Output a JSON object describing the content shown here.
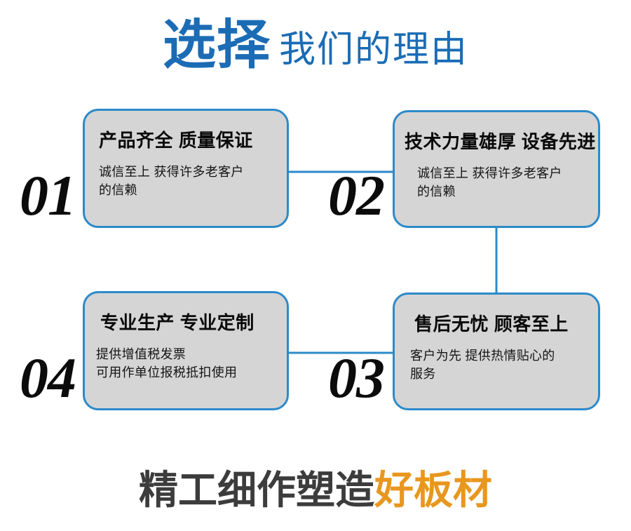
{
  "header": {
    "strong": "选择",
    "light": "我们的理由"
  },
  "accent_colors": {
    "title_blue": "#1b6cb5",
    "card_border_blue": "#2c8ac9",
    "card_fill_gray": "#d5d5d5",
    "connector_blue": "#2c8ac9",
    "footer_dark": "#3c3c3c",
    "footer_orange": "#e8971e"
  },
  "cards": [
    {
      "index": "01",
      "title": "产品齐全 质量保证",
      "body": "诚信至上 获得许多老客户\n的信赖"
    },
    {
      "index": "02",
      "title": "技术力量雄厚 设备先进",
      "body": "诚信至上 获得许多老客户\n的信赖"
    },
    {
      "index": "03",
      "title": "售后无忧 顾客至上",
      "body": "客户为先 提供热情贴心的\n服务"
    },
    {
      "index": "04",
      "title": "专业生产 专业定制",
      "body": "提供增值税发票\n可用作单位报税抵扣使用"
    }
  ],
  "footer": {
    "dark": "精工细作塑造",
    "accent": "好板材"
  }
}
